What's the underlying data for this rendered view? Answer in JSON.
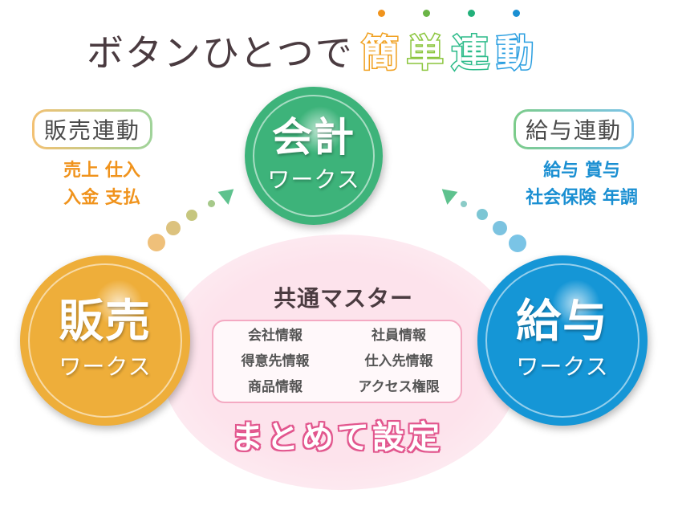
{
  "headline": {
    "main": "ボタンひとつで",
    "accent_chars": [
      {
        "char": "簡",
        "color": "#f0a020",
        "dot": "#f0931c"
      },
      {
        "char": "単",
        "color": "#8cc63f",
        "dot": "#6ab446"
      },
      {
        "char": "連",
        "color": "#2dbb8a",
        "dot": "#22b07a"
      },
      {
        "char": "動",
        "color": "#2a9ee0",
        "dot": "#1a8fd2"
      }
    ]
  },
  "modules": {
    "kaikei": {
      "title": "会計",
      "subtitle": "ワークス",
      "color": "#3db37a"
    },
    "hanbai": {
      "title": "販売",
      "subtitle": "ワークス",
      "color": "#eeae3a"
    },
    "kyuyo": {
      "title": "給与",
      "subtitle": "ワークス",
      "color": "#1596d6"
    }
  },
  "links": {
    "sales": {
      "label": "販売連動",
      "items": [
        "売上 仕入",
        "入金 支払"
      ],
      "color": "#f0931c"
    },
    "payroll": {
      "label": "給与連動",
      "items": [
        "給与 賞与",
        "社会保険 年調"
      ],
      "color": "#1a8fd2"
    }
  },
  "common_master": {
    "title": "共通マスター",
    "entries": [
      "会社情報",
      "社員情報",
      "得意先情報",
      "仕入先情報",
      "商品情報",
      "アクセス権限"
    ],
    "footer": "まとめて設定",
    "accent": "#e2578e"
  }
}
